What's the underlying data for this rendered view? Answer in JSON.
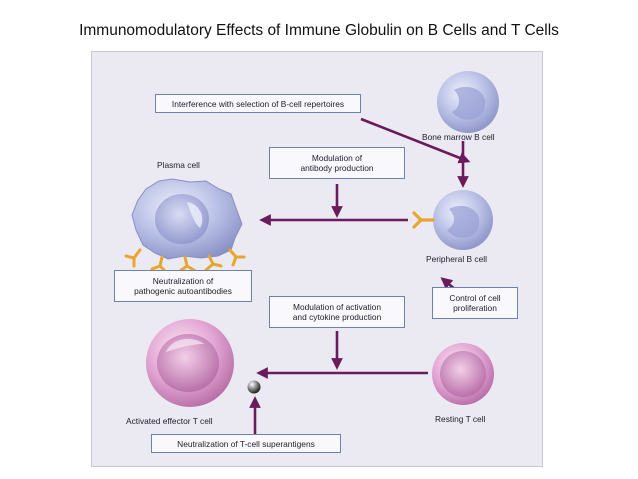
{
  "title": "Immunomodulatory Effects of Immune Globulin on B Cells and T Cells",
  "colors": {
    "panel_bg": "#ebeaf2",
    "arrow": "#6b1a5c",
    "box_border": "#6d82a8",
    "b_cell": "#b7bfe4",
    "t_cell": "#e5a8d6",
    "antibody": "#e8a52f"
  },
  "boxes": {
    "interference": "Interference with selection of B-cell repertoires",
    "modulation_antibody": [
      "Modulation  of",
      "antibody production"
    ],
    "neutralization_auto": [
      "Neutralization of",
      "pathogenic autoantibodies"
    ],
    "modulation_activation": [
      "Modulation of activation",
      "and cytokine production"
    ],
    "control_proliferation": [
      "Control of cell",
      "proliferation"
    ],
    "neutralization_super": "Neutralization of T-cell superantigens"
  },
  "cells": {
    "bone_marrow_b": "Bone marrow B cell",
    "plasma": "Plasma cell",
    "peripheral_b": "Peripheral B cell",
    "activated_t": "Activated effector T cell",
    "resting_t": "Resting T cell"
  }
}
